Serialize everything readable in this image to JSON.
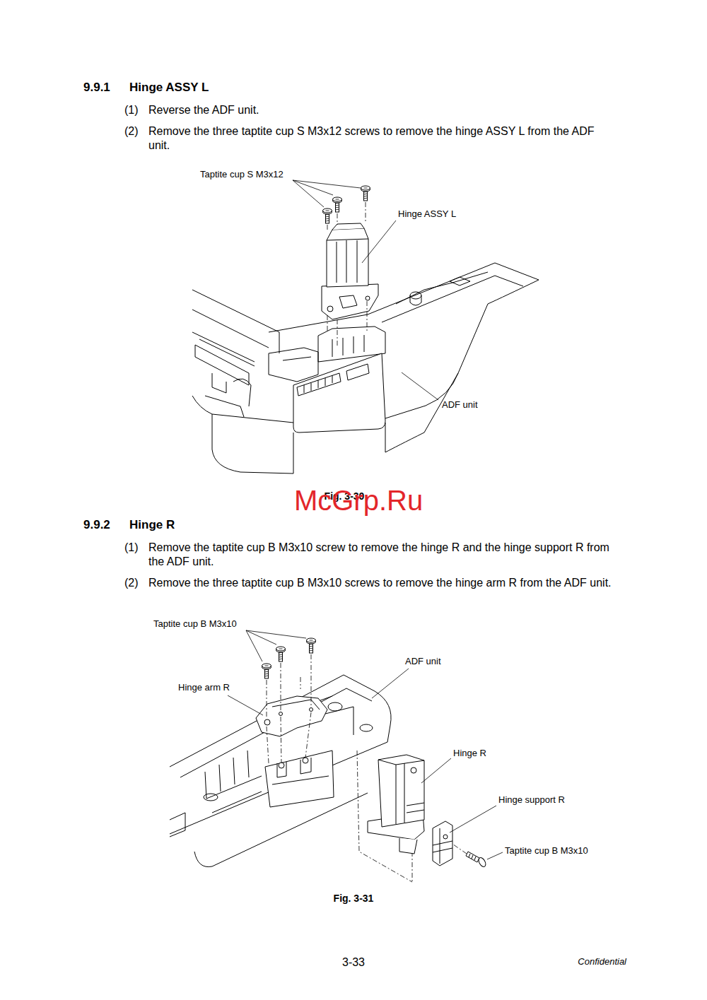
{
  "diagram": {
    "labels": [
      "9.9.1",
      "Hinge ASSY L",
      "(1)",
      "Reverse the ADF unit.",
      "(2)",
      "Remove the three taptite cup S M3x12 screws to remove the hinge ASSY L from the ADF unit.",
      "Taptite cup S M3x12",
      "Hinge ASSY L",
      "ADF unit",
      "Fig. 3-30",
      "McGrp.Ru",
      "9.9.2",
      "Hinge R",
      "(1)",
      "Remove the taptite cup B M3x10 screw to remove the hinge R and the hinge support R from the ADF unit.",
      "(2)",
      "Remove the three taptite cup B M3x10 screws to remove the hinge arm R from the ADF unit.",
      "Taptite cup B M3x10",
      "ADF unit",
      "Hinge arm R",
      "Hinge R",
      "Hinge support R",
      "Taptite cup B M3x10",
      "Fig. 3-31",
      "3-33",
      "Confidential"
    ]
  }
}
